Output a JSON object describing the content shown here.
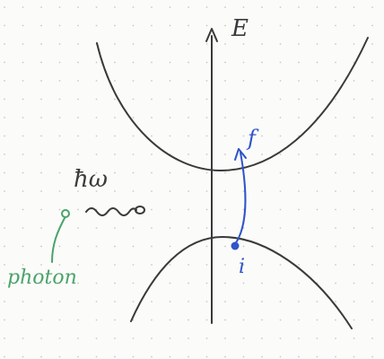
{
  "axis": {
    "label": "E"
  },
  "photon": {
    "energy_label": "ħω",
    "label": "photon"
  },
  "transition": {
    "initial_label": "i",
    "final_label": "f"
  },
  "colors": {
    "ink": "#3a3a3a",
    "transition": "#2f54c9",
    "photon_label": "#4aa36a",
    "grid_dots": "#c9c9c9",
    "background": "#fbfbf9"
  }
}
